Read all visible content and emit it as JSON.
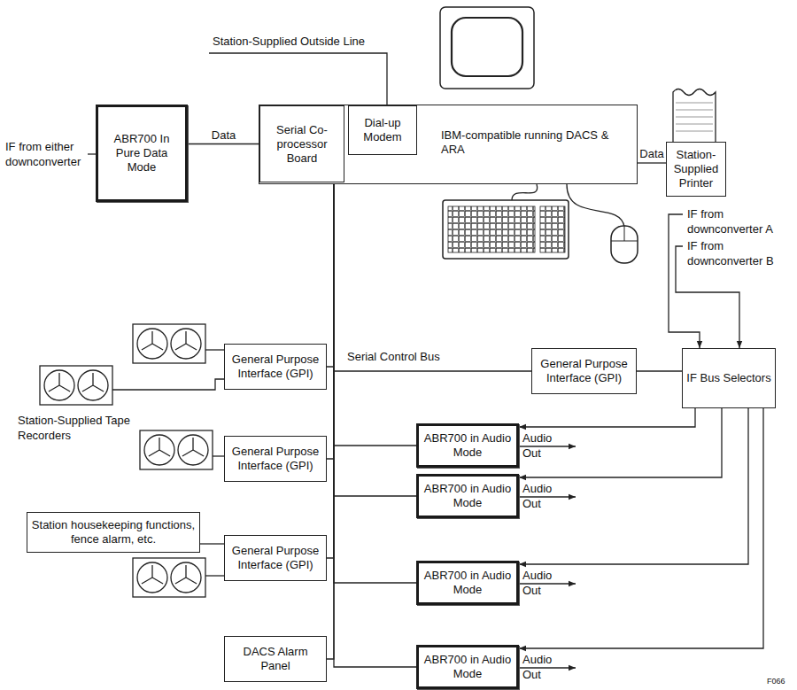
{
  "diagram": {
    "nodes": [
      {
        "text": [
          "ABR700 In Pure Data Mode"
        ]
      },
      {
        "text": [
          "IBM-compatible running DACS & ARA"
        ]
      },
      {
        "text": [
          "Serial Co-processor Board"
        ],
        "in": 1
      },
      {
        "text": [
          "Dial-up Modem"
        ],
        "in": 1
      },
      {
        "text": [
          "Station-Supplied Printer"
        ]
      },
      {
        "text": [
          "IF Bus Selectors"
        ]
      },
      {
        "text": [
          "General Purpose Interface (GPI)"
        ]
      },
      {
        "text": [
          "General Purpose Interface (GPI)"
        ]
      },
      {
        "text": [
          "General Purpose Interface (GPI)"
        ]
      },
      {
        "text": [
          "General Purpose Interface (GPI)"
        ]
      },
      {
        "text": [
          "Station housekeeping functions, fence alarm, etc."
        ]
      },
      {
        "text": [
          "ABR700 in Audio Mode"
        ]
      },
      {
        "text": [
          "ABR700 in Audio Mode"
        ]
      },
      {
        "text": [
          "ABR700 in Audio Mode"
        ]
      },
      {
        "text": [
          "ABR700 in Audio Mode"
        ]
      },
      {
        "text": [
          "DACS Alarm Panel"
        ]
      }
    ],
    "edges": [
      {
        "from": 0,
        "to": 2,
        "label": "Data",
        "arrow": "none"
      },
      {
        "from": 1,
        "to": 4,
        "label": "Data",
        "arrow": "none"
      },
      {
        "from": 2,
        "to": 6,
        "arrow": "none"
      },
      {
        "from": 2,
        "to": 7,
        "arrow": "none"
      },
      {
        "from": 2,
        "to": 8,
        "arrow": "none"
      },
      {
        "from": 2,
        "to": 11,
        "arrow": "none"
      },
      {
        "from": 2,
        "to": 12,
        "arrow": "none"
      },
      {
        "from": 2,
        "to": 9,
        "arrow": "none"
      },
      {
        "from": 2,
        "to": 13,
        "arrow": "none"
      },
      {
        "from": 2,
        "to": 14,
        "arrow": "none"
      },
      {
        "from": 2,
        "to": 15,
        "arrow": "none"
      },
      {
        "from": 7,
        "to": 5,
        "arrow": "none"
      },
      {
        "from": 10,
        "to": 9,
        "arrow": "none"
      },
      {
        "from": 5,
        "to": 11,
        "arrow": "to"
      },
      {
        "from": 5,
        "to": 12,
        "arrow": "to"
      },
      {
        "from": 5,
        "to": 13,
        "arrow": "to"
      },
      {
        "from": 5,
        "to": 14,
        "arrow": "to"
      }
    ],
    "labels": [
      "IF from either downconverter",
      "Station-Supplied Outside Line",
      "IF from downconverter A",
      "IF from downconverter B",
      "Serial Control Bus",
      "Station-Supplied Tape Recorders",
      "Audio Out",
      "Audio Out",
      "Audio Out",
      "Audio Out",
      "F066"
    ]
  }
}
